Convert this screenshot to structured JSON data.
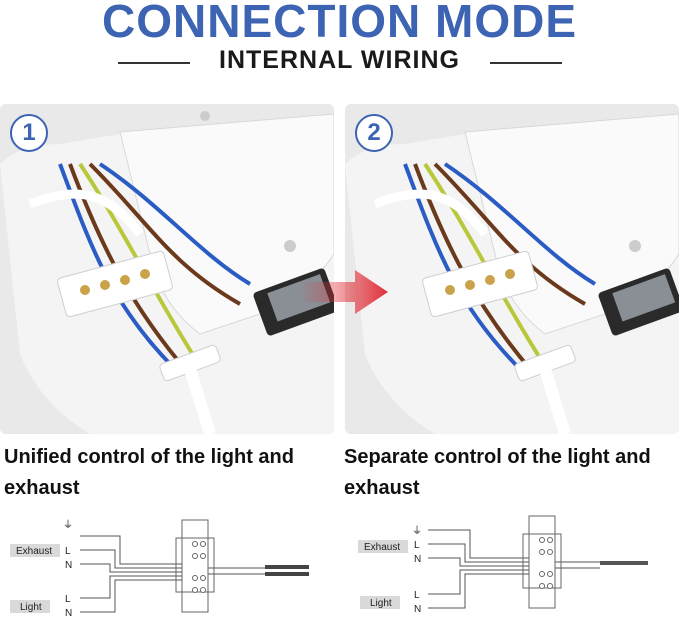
{
  "header": {
    "title": "CONNECTION MODE",
    "subtitle": "INTERNAL WIRING"
  },
  "steps": [
    {
      "number": "1",
      "caption": "Unified control of the light and exhaust"
    },
    {
      "number": "2",
      "caption": "Separate control of the light and exhaust"
    }
  ],
  "schematics": [
    {
      "ground_symbol": "⏚",
      "exhaust_label": "Exhaust",
      "light_label": "Light",
      "line_label": "L",
      "neutral_label": "N"
    },
    {
      "ground_symbol": "⏚",
      "exhaust_label": "Exhaust",
      "light_label": "Light",
      "line_label": "L",
      "neutral_label": "N"
    }
  ],
  "colors": {
    "title": "#3d63b3",
    "arrow": "#e0303a",
    "wire_blue": "#2b5cc4",
    "wire_brown": "#6b3a1c",
    "wire_yellow_green": "#b8c83a"
  }
}
